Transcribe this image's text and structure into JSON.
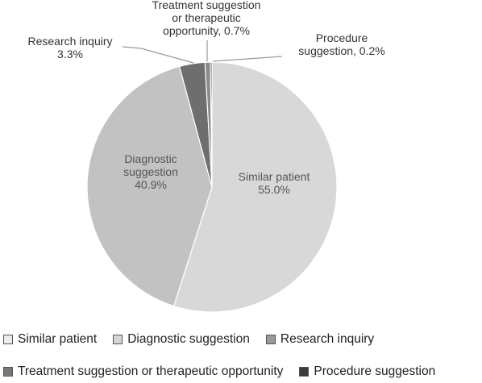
{
  "chart_data": {
    "type": "pie",
    "title": "",
    "start": "top (12 o'clock)",
    "direction": "clockwise",
    "slices": [
      {
        "name": "Similar patient",
        "value": 55.0,
        "label_lines": [
          "Similar patient",
          "55.0%"
        ],
        "label_placement": "inside",
        "color": "#d8d8d8"
      },
      {
        "name": "Diagnostic suggestion",
        "value": 40.9,
        "label_lines": [
          "Diagnostic",
          "suggestion",
          "40.9%"
        ],
        "label_placement": "inside",
        "color": "#c2c2c2"
      },
      {
        "name": "Research inquiry",
        "value": 3.3,
        "label_lines": [
          "Research inquiry",
          "3.3%"
        ],
        "label_placement": "outside",
        "color": "#6e6e6e"
      },
      {
        "name": "Treatment suggestion or therapeutic opportunity",
        "value": 0.7,
        "label_lines": [
          "Treatment suggestion",
          "or therapeutic",
          "opportunity, 0.7%"
        ],
        "label_placement": "outside",
        "color": "#8a8a8a"
      },
      {
        "name": "Procedure suggestion",
        "value": 0.2,
        "label_lines": [
          "Procedure",
          "suggestion, 0.2%"
        ],
        "label_placement": "outside",
        "color": "#3c3c3c"
      }
    ],
    "legend": {
      "position": "bottom",
      "rows": [
        [
          {
            "label": "Similar patient",
            "color": "#ececec"
          },
          {
            "label": "Diagnostic suggestion",
            "color": "#d6d6d6"
          },
          {
            "label": "Research inquiry",
            "color": "#9a9a9a"
          }
        ],
        [
          {
            "label": "Treatment suggestion or therapeutic opportunity",
            "color": "#787878"
          },
          {
            "label": "Procedure suggestion",
            "color": "#3c3c3c"
          }
        ]
      ]
    }
  }
}
